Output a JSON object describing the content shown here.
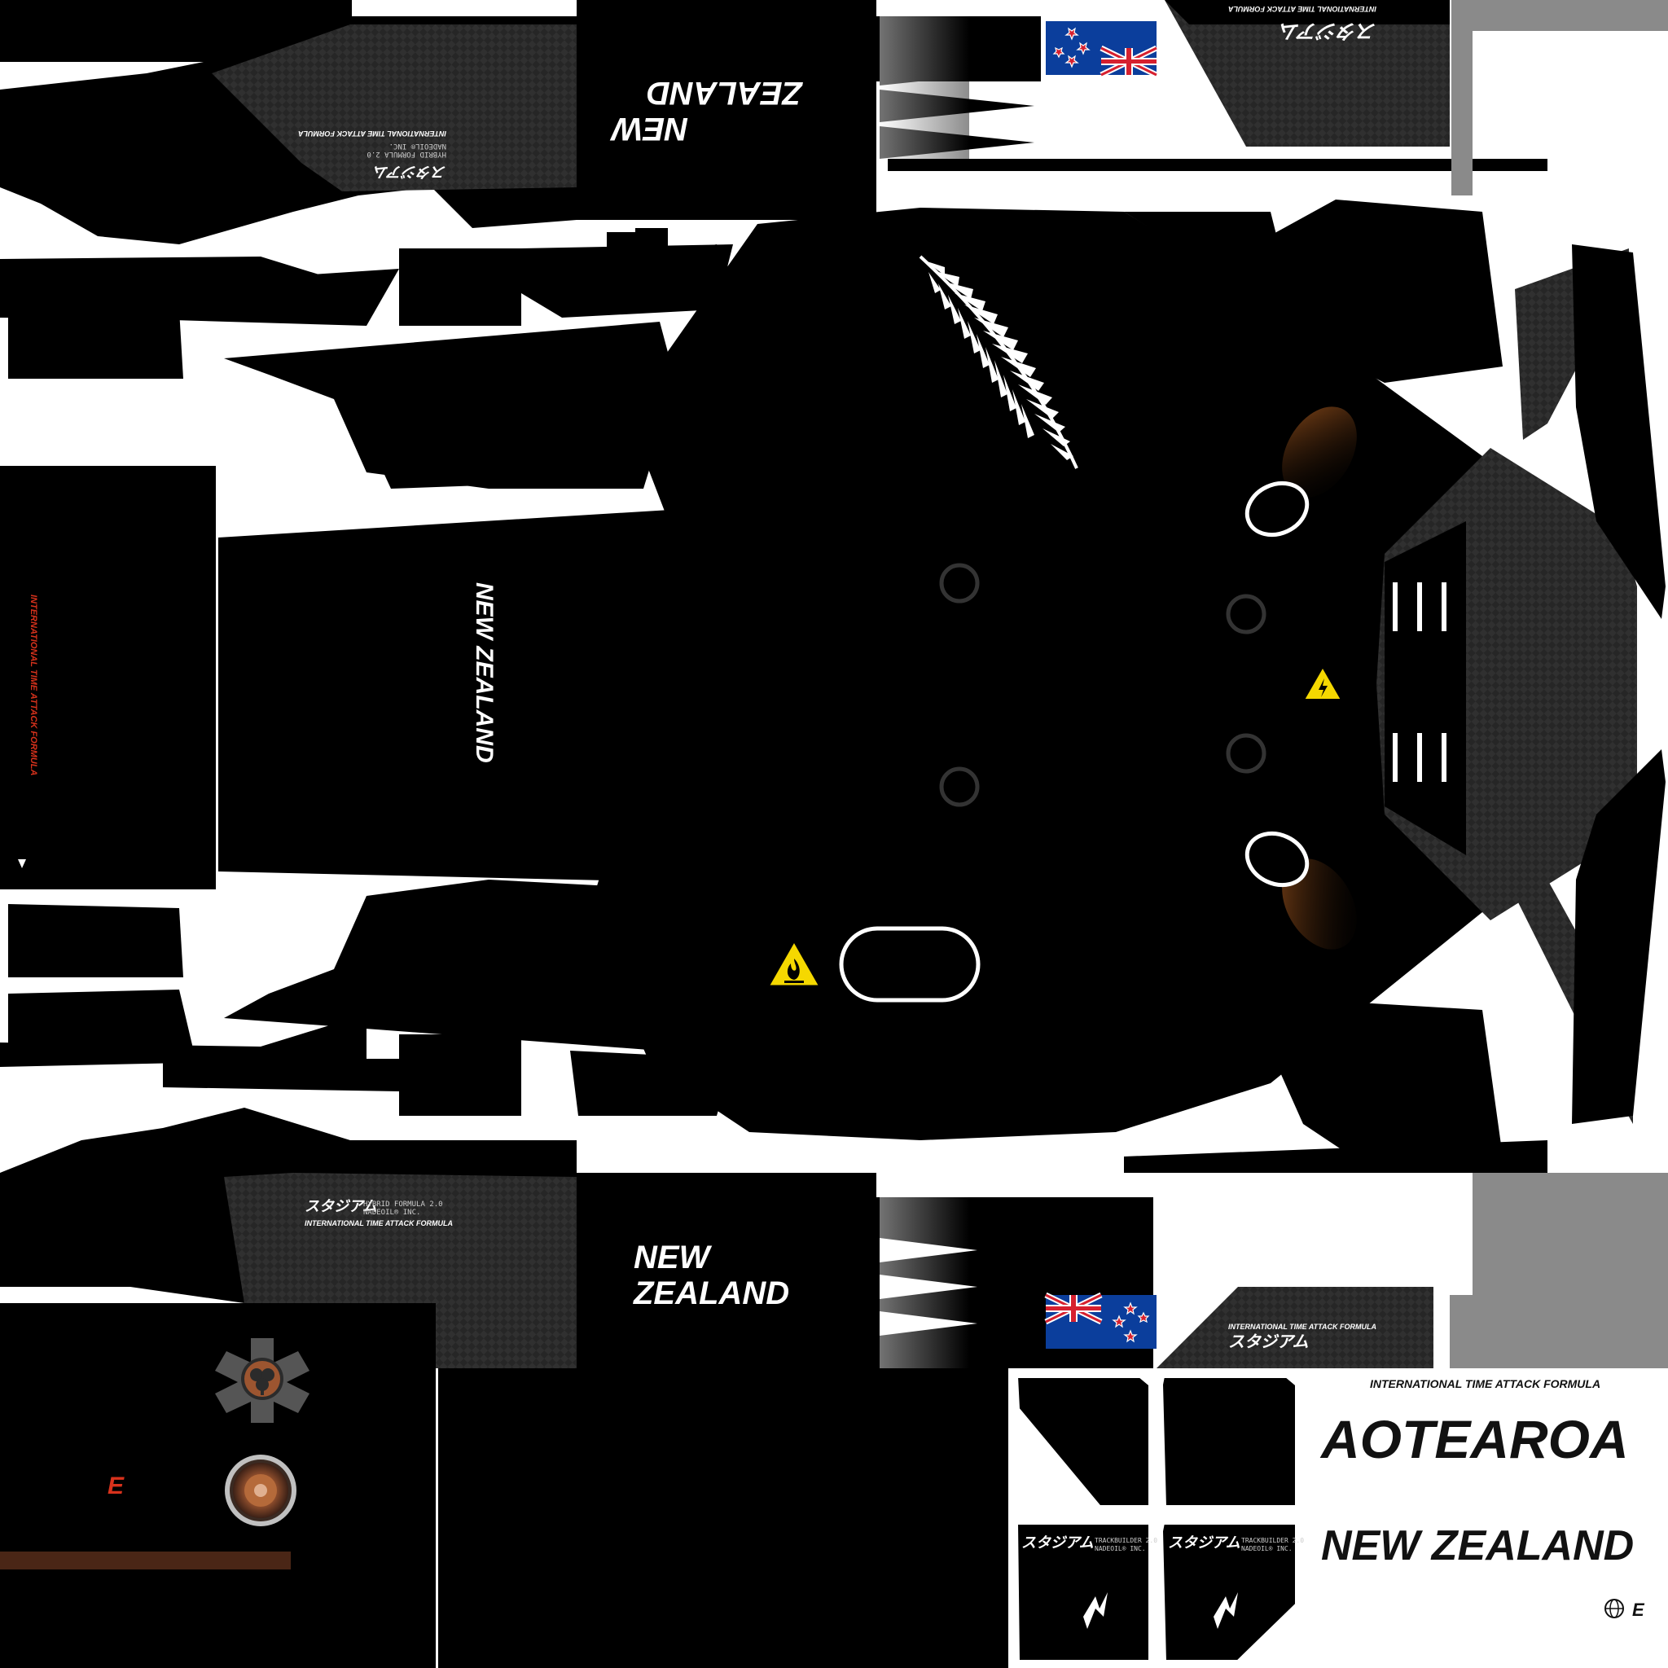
{
  "livery": {
    "country": "NEW ZEALAND",
    "country_line1": "NEW",
    "country_line2": "ZEALAND",
    "maori_name": "AOTEAROA",
    "series_name": "INTERNATIONAL TIME ATTACK FORMULA",
    "brand_katakana": "スタジアム",
    "hybrid_line": "HYBRID FORMULA 2.0",
    "company_line": "NADEOIL® INC.",
    "trackbuilder_line": "TRACKBUILDER 2.0",
    "small_logo_letter": "E",
    "colors": {
      "body": "#000000",
      "carbon": "#2b2b2b",
      "accent_red": "#d8321c",
      "primer_grey": "#8a8a8a",
      "flag_blue": "#0b3e9c",
      "flag_red": "#d6202f",
      "warning_yellow": "#f5d800",
      "copper": "#b56a3a"
    },
    "icons": [
      "silver-fern-icon",
      "nz-flag-icon",
      "flammable-warning-icon",
      "high-voltage-warning-icon",
      "shamrock-badge-icon",
      "copper-disc-icon",
      "globe-logo-icon"
    ]
  }
}
